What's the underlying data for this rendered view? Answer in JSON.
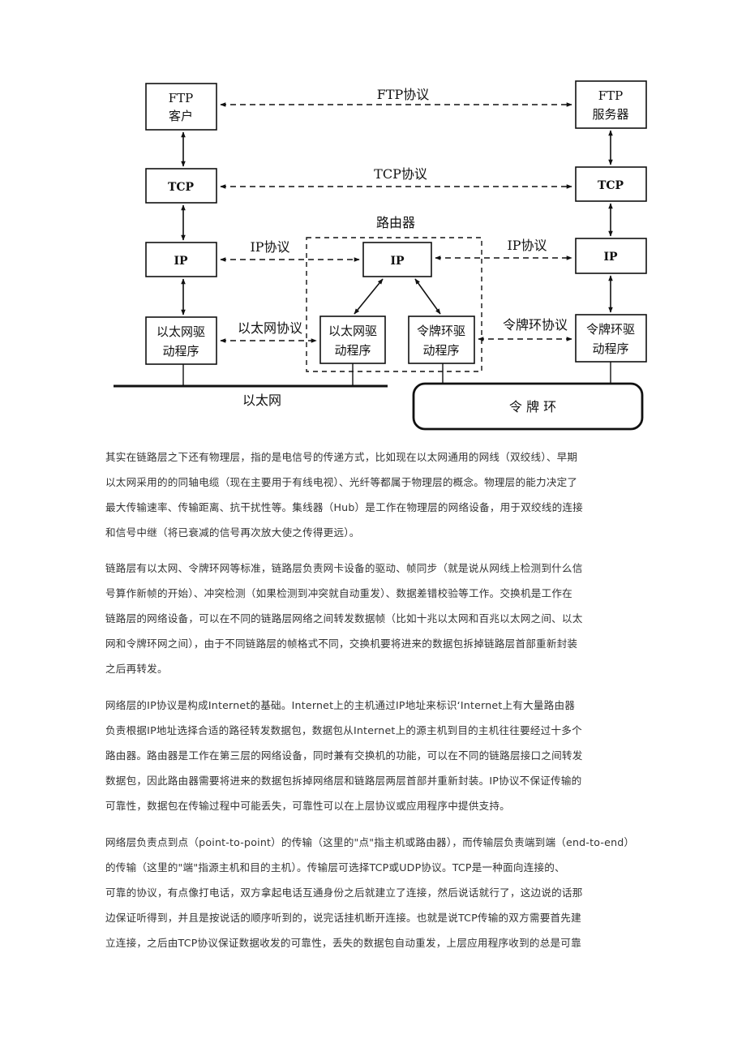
{
  "diagram": {
    "client": {
      "app": [
        "FTP",
        "客户"
      ],
      "tcp": "TCP",
      "ip": "IP",
      "driver": [
        "以太网驱",
        "动程序"
      ]
    },
    "server": {
      "app": [
        "FTP",
        "服务器"
      ],
      "tcp": "TCP",
      "ip": "IP",
      "driver": [
        "令牌环驱",
        "动程序"
      ]
    },
    "router": {
      "title": "路由器",
      "ip": "IP",
      "ethernet_driver": [
        "以太网驱",
        "动程序"
      ],
      "token_ring_driver": [
        "令牌环驱",
        "动程序"
      ]
    },
    "protocols": {
      "ftp": "FTP协议",
      "tcp": "TCP协议",
      "ip_left": "IP协议",
      "ip_right": "IP协议",
      "ethernet": "以太网协议",
      "token_ring": "令牌环协议"
    },
    "networks": {
      "ethernet": "以太网",
      "token_ring": "令 牌 环"
    }
  },
  "paragraphs": [
    [
      "其实在链路层之下还有物理层，指的是电信号的传递方式，比如现在以太网通用的网线（双绞线）、早期",
      "以太网采用的的同轴电缆（现在主要用于有线电视）、光纤等都属于物理层的概念。物理层的能力决定了",
      "最大传输速率、传输距离、抗干扰性等。集线器（Hub）是工作在物理层的网络设备，用于双绞线的连接",
      "和信号中继（将已衰减的信号再次放大使之传得更远）。"
    ],
    [
      "链路层有以太网、令牌环网等标准，链路层负责网卡设备的驱动、帧同步（就是说从网线上检测到什么信",
      "号算作新帧的开始）、冲突检测（如果检测到冲突就自动重发）、数据差错校验等工作。交换机是工作在",
      "链路层的网络设备，可以在不同的链路层网络之间转发数据帧（比如十兆以太网和百兆以太网之间、以太",
      "网和令牌环网之间），由于不同链路层的帧格式不同，交换机要将进来的数据包拆掉链路层首部重新封装",
      "之后再转发。"
    ],
    [
      "网络层的IP协议是构成Internet的基础。Internet上的主机通过IP地址来标识‘Internet上有大量路由器",
      "负责根据IP地址选择合适的路径转发数据包，数据包从Internet上的源主机到目的主机往往要经过十多个",
      "路由器。路由器是工作在第三层的网络设备，同时兼有交换机的功能，可以在不同的链路层接口之间转发",
      "数据包，因此路由器需要将进来的数据包拆掉网络层和链路层两层首部并重新封装。IP协议不保证传输的",
      "可靠性，数据包在传输过程中可能丢失，可靠性可以在上层协议或应用程序中提供支持。"
    ],
    [
      "网络层负责点到点（point-to-point）的传输（这里的\"点\"指主机或路由器），而传输层负责端到端（end-to-end）",
      "的传输（这里的\"端\"指源主机和目的主机）。传输层可选择TCP或UDP协议。TCP是一种面向连接的、",
      "可靠的协议，有点像打电话，双方拿起电话互通身份之后就建立了连接，然后说话就行了，这边说的话那",
      "边保证听得到，并且是按说话的顺序听到的，说完话挂机断开连接。也就是说TCP传输的双方需要首先建",
      "立连接，之后由TCP协议保证数据收发的可靠性，丢失的数据包自动重发，上层应用程序收到的总是可靠"
    ]
  ]
}
